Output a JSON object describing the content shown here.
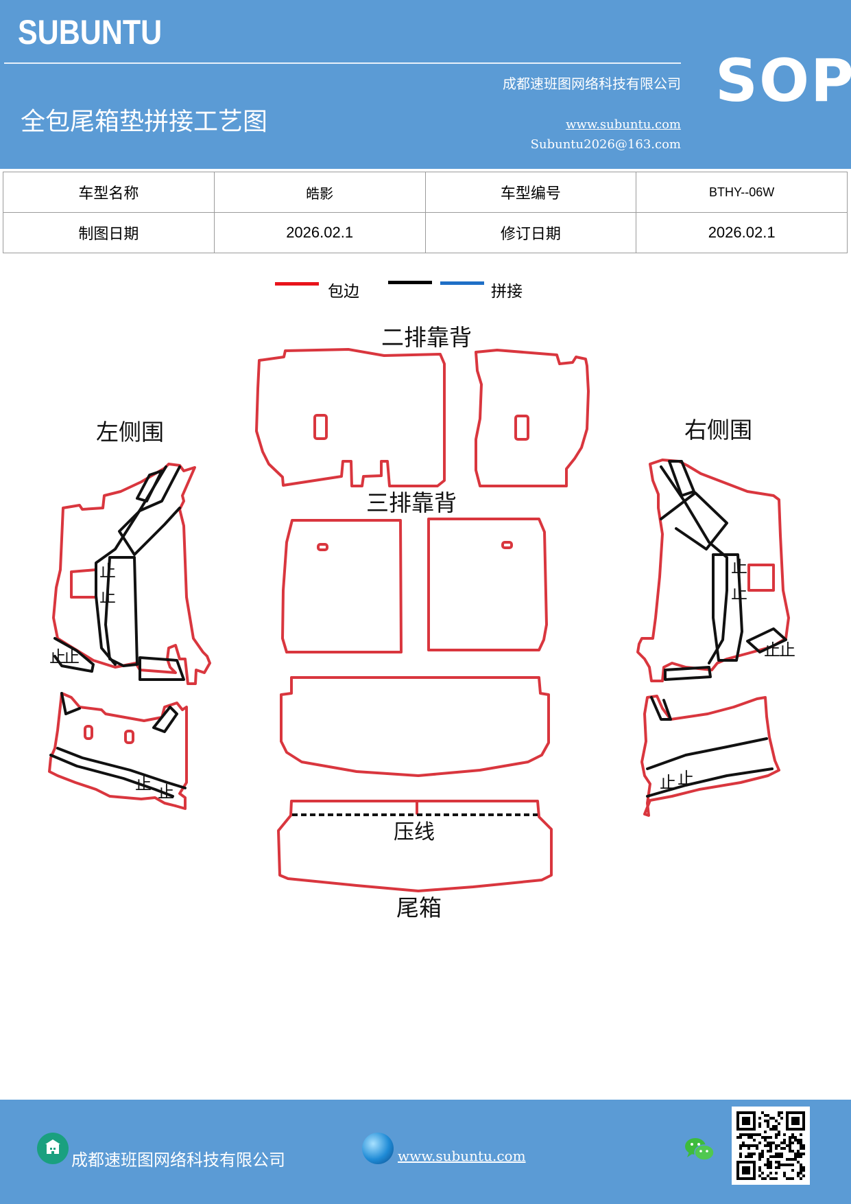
{
  "header": {
    "brand": "SUBUNTU",
    "company": "成都速班图网络科技有限公司",
    "title": "全包尾箱垫拼接工艺图",
    "website": "www.subuntu.com",
    "email": "Subuntu2026@163.com",
    "badge": "SOP"
  },
  "info_table": {
    "row1": {
      "label1": "车型名称",
      "value1": "皓影",
      "label2": "车型编号",
      "value2": "BTHY--06W"
    },
    "row2": {
      "label1": "制图日期",
      "value1": "2026.02.1",
      "label2": "修订日期",
      "value2": "2026.02.1"
    }
  },
  "legend": {
    "items": [
      {
        "label": "包边",
        "color": "#e8141b"
      },
      {
        "label": "",
        "color": "#000000"
      },
      {
        "label": "拼接",
        "color": "#1f6fc6"
      }
    ]
  },
  "diagram": {
    "labels": {
      "second_row_back": "二排靠背",
      "third_row_back": "三排靠背",
      "left_side": "左侧围",
      "right_side": "右侧围",
      "press_line": "压线",
      "trunk": "尾箱",
      "stop": "止"
    },
    "colors": {
      "edge": "#d9363e",
      "seam": "#111111"
    }
  },
  "footer": {
    "company": "成都速班图网络科技有限公司",
    "website": "www.subuntu.com",
    "icons": [
      "home-icon",
      "globe-icon",
      "wechat-icon",
      "qr-code"
    ]
  }
}
